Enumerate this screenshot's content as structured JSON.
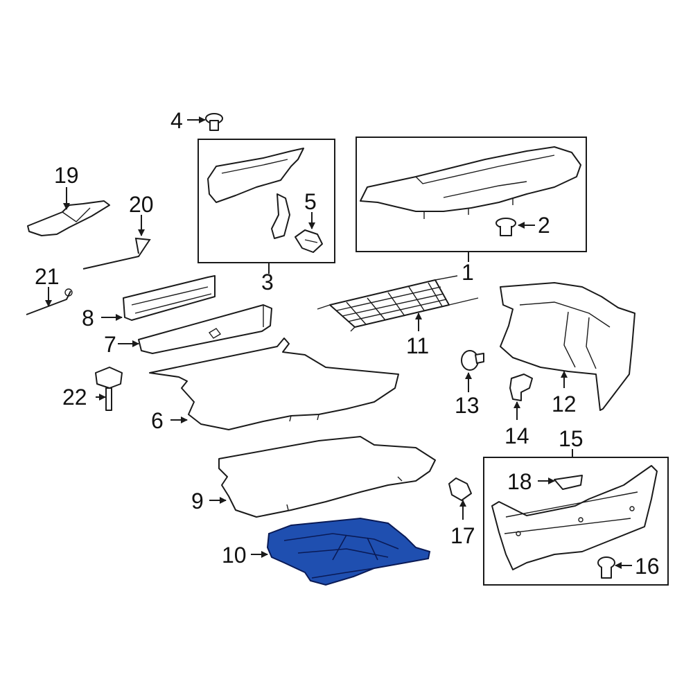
{
  "colors": {
    "line": "#1a1a1a",
    "highlight": "#1f4fb0",
    "highlight_stroke": "#0a1a55"
  },
  "callouts": {
    "c1": "1",
    "c2": "2",
    "c3": "3",
    "c4": "4",
    "c5": "5",
    "c6": "6",
    "c7": "7",
    "c8": "8",
    "c9": "9",
    "c10": "10",
    "c11": "11",
    "c12": "12",
    "c13": "13",
    "c14": "14",
    "c15": "15",
    "c16": "16",
    "c17": "17",
    "c18": "18",
    "c19": "19",
    "c20": "20",
    "c21": "21",
    "c22": "22"
  },
  "highlighted_part": "10"
}
